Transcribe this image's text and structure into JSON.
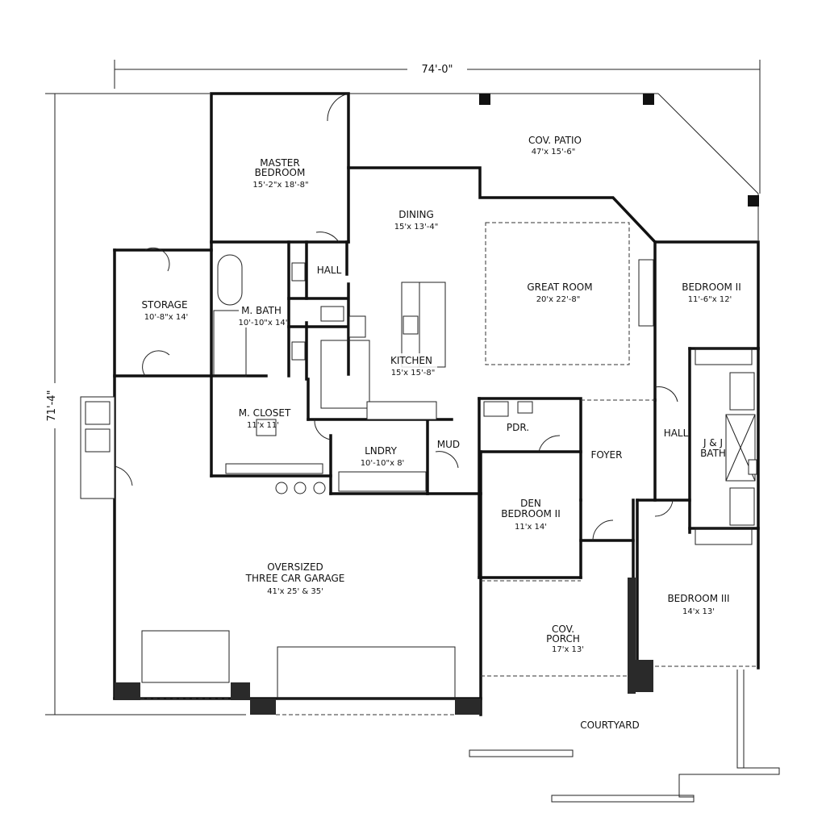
{
  "dimensions": {
    "width": "74'-0\"",
    "depth": "71'-4\""
  },
  "rooms": {
    "cov_patio": {
      "name": "COV. PATIO",
      "size": "47'x 15'-6\""
    },
    "master_bedroom": {
      "name_line1": "MASTER",
      "name_line2": "BEDROOM",
      "size": "15'-2\"x 18'-8\""
    },
    "dining": {
      "name": "DINING",
      "size": "15'x 13'-4\""
    },
    "great_room": {
      "name": "GREAT ROOM",
      "size": "20'x 22'-8\""
    },
    "bedroom_2": {
      "name": "BEDROOM II",
      "size": "11'-6\"x 12'"
    },
    "hall_upper": {
      "name": "HALL"
    },
    "storage": {
      "name": "STORAGE",
      "size": "10'-8\"x 14'"
    },
    "m_bath": {
      "name": "M. BATH",
      "size": "10'-10\"x 14'"
    },
    "kitchen": {
      "name": "KITCHEN",
      "size": "15'x 15'-8\""
    },
    "m_closet": {
      "name": "M. CLOSET",
      "size": "11'x 11'"
    },
    "pdr": {
      "name": "PDR."
    },
    "mud": {
      "name": "MUD"
    },
    "lndry": {
      "name": "LNDRY",
      "size": "10'-10\"x 8'"
    },
    "foyer": {
      "name": "FOYER"
    },
    "hall_right": {
      "name": "HALL"
    },
    "jj_bath": {
      "name_line1": "J & J",
      "name_line2": "BATH"
    },
    "den": {
      "name_line1": "DEN",
      "name_line2": "BEDROOM II",
      "size": "11'x 14'"
    },
    "garage": {
      "name_line1": "OVERSIZED",
      "name_line2": "THREE CAR GARAGE",
      "size": "41'x 25' & 35'"
    },
    "bedroom_3": {
      "name": "BEDROOM III",
      "size": "14'x 13'"
    },
    "cov_porch": {
      "name_line1": "COV.",
      "name_line2": "PORCH",
      "size": "17'x 13'"
    },
    "courtyard": {
      "name": "COURTYARD"
    }
  }
}
